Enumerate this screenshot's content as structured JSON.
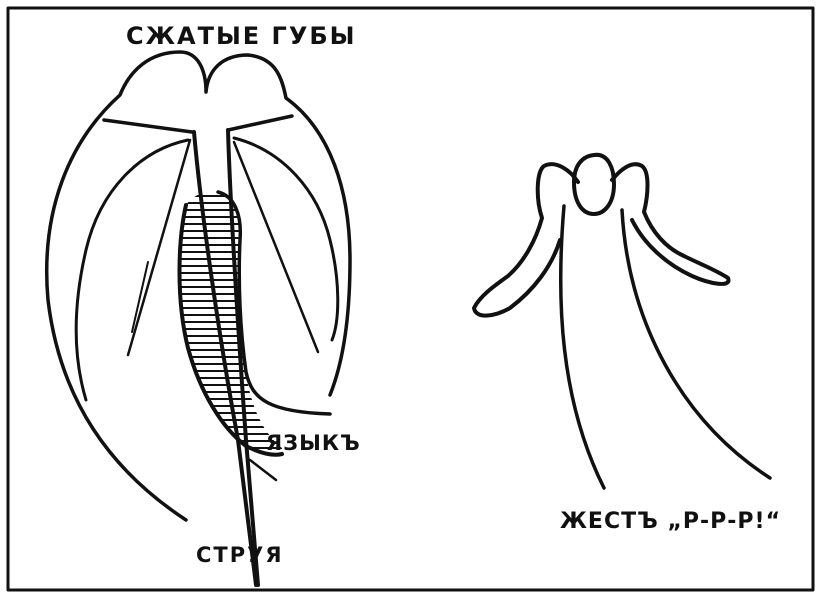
{
  "labels": {
    "lips": "СЖАТЫЕ ГУБЫ",
    "tongue": "ЯЗЫКЪ",
    "stream": "СТРУЯ",
    "gesture": "ЖЕСТЪ „Р-Р-Р!“"
  },
  "colors": {
    "ink": "#111111",
    "paper": "#ffffff"
  }
}
